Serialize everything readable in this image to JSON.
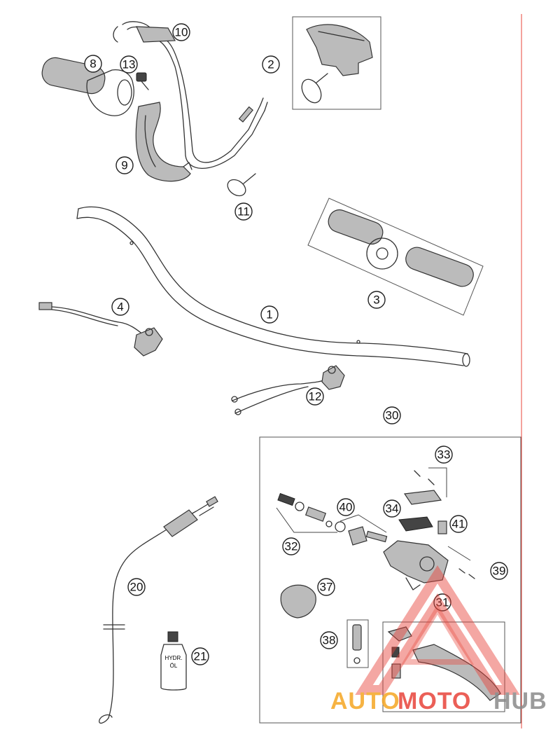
{
  "callouts": [
    {
      "id": "c1",
      "label": "1"
    },
    {
      "id": "c2",
      "label": "2"
    },
    {
      "id": "c3",
      "label": "3"
    },
    {
      "id": "c4",
      "label": "4"
    },
    {
      "id": "c8",
      "label": "8"
    },
    {
      "id": "c9",
      "label": "9"
    },
    {
      "id": "c10",
      "label": "10"
    },
    {
      "id": "c11",
      "label": "11"
    },
    {
      "id": "c12",
      "label": "12"
    },
    {
      "id": "c13",
      "label": "13"
    },
    {
      "id": "c20",
      "label": "20"
    },
    {
      "id": "c21",
      "label": "21"
    },
    {
      "id": "c30",
      "label": "30"
    },
    {
      "id": "c31",
      "label": "31"
    },
    {
      "id": "c32",
      "label": "32"
    },
    {
      "id": "c33",
      "label": "33"
    },
    {
      "id": "c34",
      "label": "34"
    },
    {
      "id": "c37",
      "label": "37"
    },
    {
      "id": "c38",
      "label": "38"
    },
    {
      "id": "c39",
      "label": "39"
    },
    {
      "id": "c40",
      "label": "40"
    },
    {
      "id": "c41",
      "label": "41"
    }
  ],
  "bottle_label": [
    "HYDR.",
    "ÖL"
  ],
  "watermark": {
    "part1": "AUTO",
    "part2": "MOTO",
    "part3": "HUB",
    "color1": "#f5a623",
    "color2": "#e8443a",
    "color3": "#8a8a8a"
  },
  "colors": {
    "line": "#333333",
    "margin_rule": "#e8443a"
  }
}
